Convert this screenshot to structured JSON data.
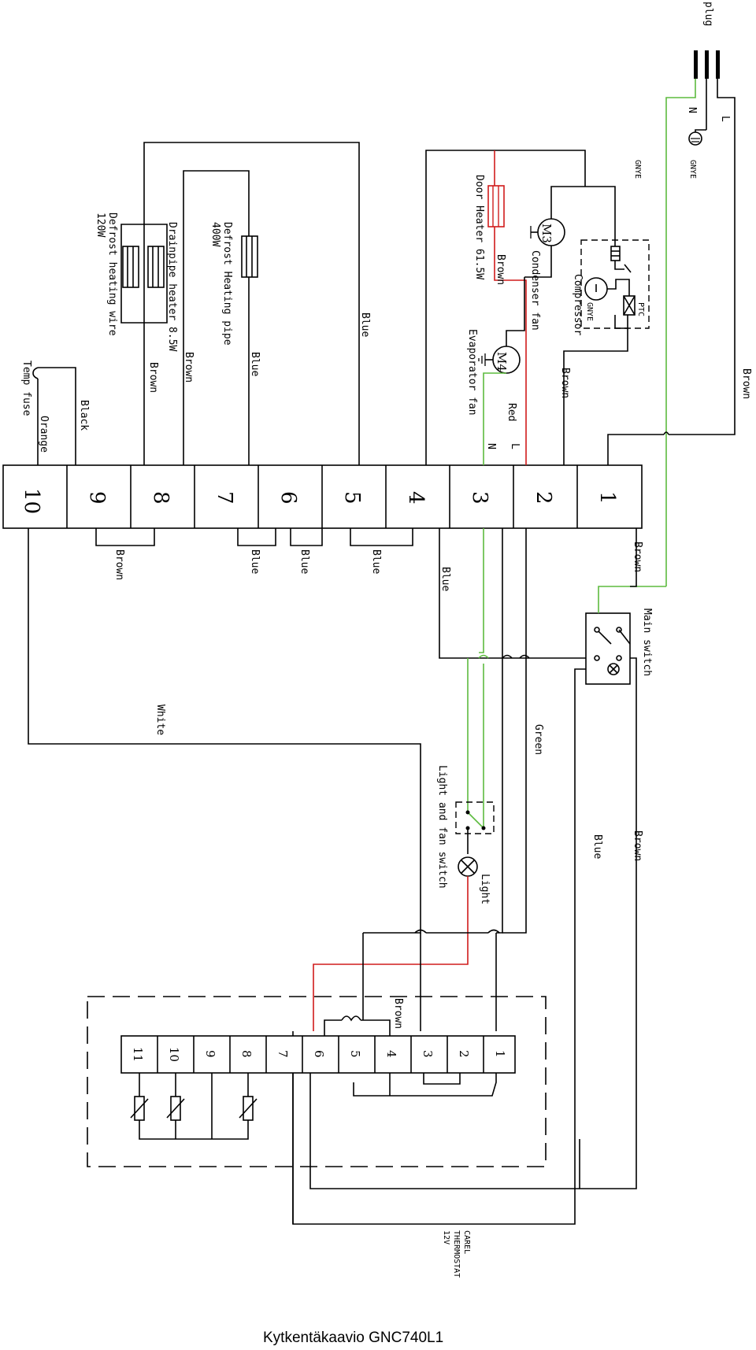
{
  "caption": "Kytkentäkaavio GNC740L1",
  "terminal_numbers": [
    "1",
    "2",
    "3",
    "4",
    "5",
    "6",
    "7",
    "8",
    "9",
    "10"
  ],
  "thermostat_numbers": [
    "1",
    "2",
    "3",
    "4",
    "5",
    "6",
    "7",
    "8",
    "9",
    "10",
    "11"
  ],
  "labels": {
    "plug": "plug",
    "n": "N",
    "l": "L",
    "gnye": "GNYE",
    "gnye_small": "GNYE",
    "ptc": "PTC",
    "brown": "Brown",
    "blue": "Blue",
    "red": "Red",
    "black": "Black",
    "white": "White",
    "green": "Green",
    "orange": "Orange",
    "compressor": "Compressor",
    "condenser_fan": "Condenser fan",
    "evaporator_fan": "Evaporator fan",
    "door_heater": "Door Heater 61.5W",
    "defrost_pipe": "Defrost Heating pipe",
    "defrost_pipe_power": "400W",
    "drainpipe_heater": "Drainpipe heater 8.5W",
    "defrost_wire": "Defrost heating wire",
    "defrost_wire_power": "120W",
    "temp_fuse": "Temp fuse",
    "main_switch": "Main switch",
    "light_fan_switch": "Light and fan switch",
    "light": "Light",
    "carel": "CAREL",
    "thermostat": "THERMOSTAT",
    "volt": "12V",
    "m3": "M3",
    "m4": "M4"
  }
}
